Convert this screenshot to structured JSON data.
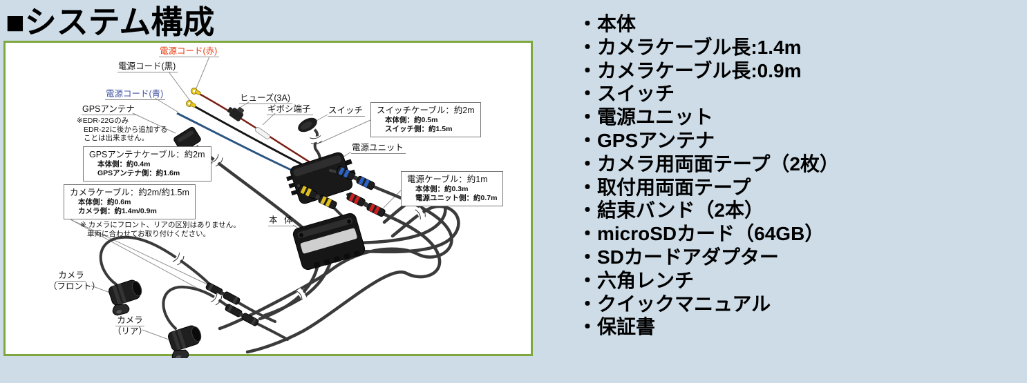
{
  "page": {
    "title": "■システム構成",
    "background_color": "#cddce7",
    "panel_border_color": "#7ea83f",
    "red_label_color": "#e8380d",
    "blue_label_color": "#4053a3"
  },
  "packing_list": {
    "items": [
      "・本体",
      "・カメラケーブル長:1.4m",
      "・カメラケーブル長:0.9m",
      "・スイッチ",
      "・電源ユニット",
      "・GPSアンテナ",
      "・カメラ用両面テープ（2枚）",
      "・取付用両面テープ",
      "・結束バンド（2本）",
      "・microSDカード（64GB）",
      "・SDカードアダプター",
      "・六角レンチ",
      "・クイックマニュアル",
      "・保証書"
    ]
  },
  "diagram": {
    "labels": {
      "power_cord_red": "電源コード(赤)",
      "power_cord_black": "電源コード(黒)",
      "power_cord_blue": "電源コード(青)",
      "gps_antenna": "GPSアンテナ",
      "fuse": "ヒューズ(3A)",
      "gibosi_terminal": "ギボシ端子",
      "switch": "スイッチ",
      "power_unit": "電源ユニット",
      "main_unit": "本 体",
      "camera_front_1": "カメラ",
      "camera_front_2": "（フロント）",
      "camera_rear_1": "カメラ",
      "camera_rear_2": "（リア）"
    },
    "notes": {
      "gps_1": "※EDR-22Gのみ",
      "gps_2": "EDR-22に後から追加する",
      "gps_3": "ことは出来ません。",
      "camera_1": "※ カメラにフロント、リアの区別はありません。",
      "camera_2": "車両に合わせてお取り付けください。"
    },
    "info_boxes": {
      "gps": {
        "title": "GPSアンテナケーブル：約2m",
        "line1": "本体側：約0.4m",
        "line2": "GPSアンテナ側：約1.6m"
      },
      "camera": {
        "title": "カメラケーブル：約2m/約1.5m",
        "line1": "本体側：約0.6m",
        "line2": "カメラ側：約1.4m/0.9m"
      },
      "switch": {
        "title": "スイッチケーブル：約2m",
        "line1": "本体側：約0.5m",
        "line2": "スイッチ側：約1.5m"
      },
      "power": {
        "title": "電源ケーブル：約1m",
        "line1": "本体側：約0.3m",
        "line2": "電源ユニット側：約0.7m"
      }
    }
  }
}
